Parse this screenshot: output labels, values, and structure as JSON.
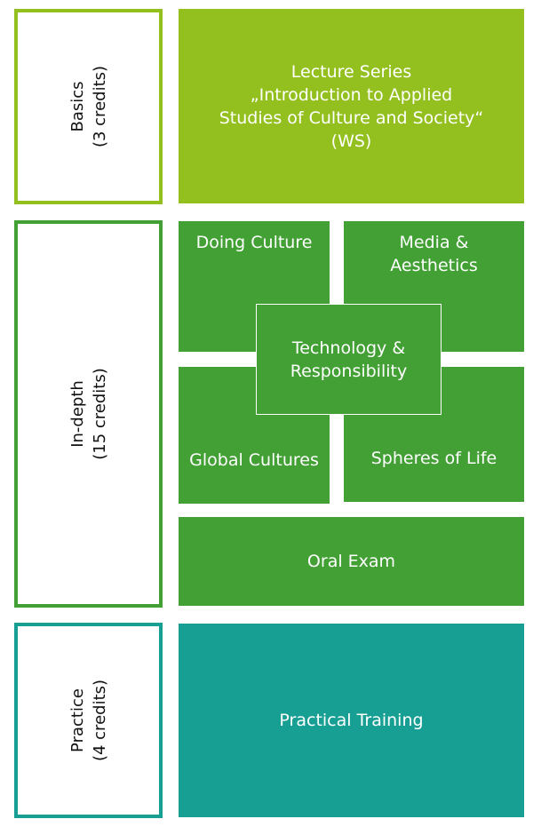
{
  "colors": {
    "basics": "#93c01f",
    "indepth": "#43a035",
    "practice": "#179f94"
  },
  "sections": {
    "basics": {
      "label_line1": "Basics",
      "label_line2": "(3 credits)",
      "lecture_line1": "Lecture Series",
      "lecture_line2": "„Introduction to Applied",
      "lecture_line3": "Studies of Culture and Society“",
      "lecture_line4": "(WS)"
    },
    "indepth": {
      "label_line1": "In-depth",
      "label_line2": "(15 credits)",
      "modules": {
        "doing_culture": "Doing Culture",
        "media_line1": "Media &",
        "media_line2": "Aesthetics",
        "technology_line1": "Technology &",
        "technology_line2": "Responsibility",
        "global_cultures": "Global Cultures",
        "spheres_of_life": "Spheres of Life"
      },
      "oral_exam": "Oral Exam"
    },
    "practice": {
      "label_line1": "Practice",
      "label_line2": "(4 credits)",
      "practical_training": "Practical Training"
    }
  }
}
